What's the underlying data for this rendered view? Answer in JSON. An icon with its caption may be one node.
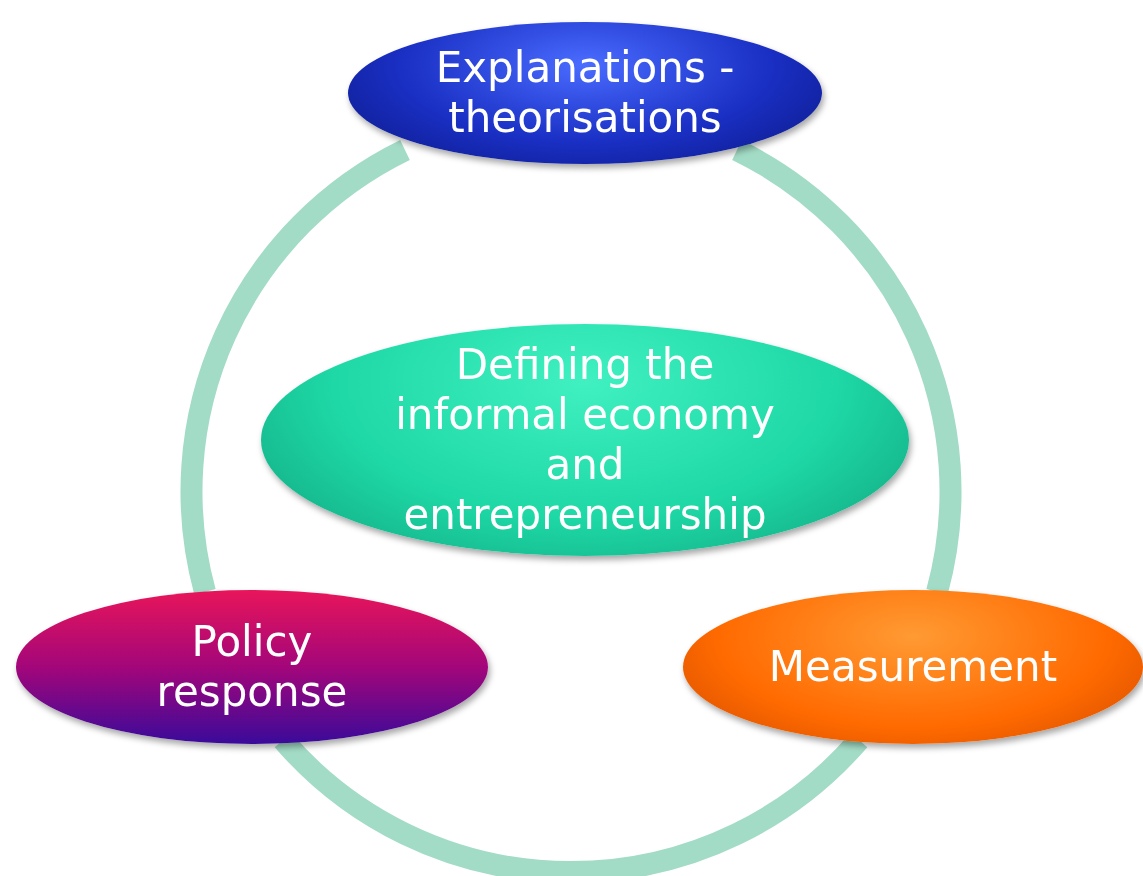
{
  "diagram": {
    "nodes": [
      {
        "text": [
          "Explanations - theorisations"
        ]
      },
      {
        "text": [
          "Defining the informal economy and entrepreneurship"
        ]
      },
      {
        "text": [
          "Policy response"
        ]
      },
      {
        "text": [
          "Measurement"
        ]
      }
    ],
    "edges": [
      {
        "from": 0,
        "to": 3,
        "arrow": "none"
      },
      {
        "from": 3,
        "to": 2,
        "arrow": "none"
      },
      {
        "from": 2,
        "to": 0,
        "arrow": "none"
      }
    ]
  }
}
